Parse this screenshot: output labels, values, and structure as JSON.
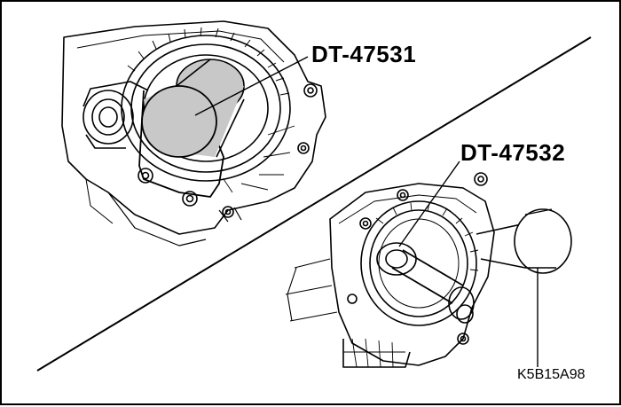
{
  "callouts": {
    "tool_a": "DT-47531",
    "tool_b": "DT-47532"
  },
  "figure_id": "K5B15A98",
  "colors": {
    "line": "#000000",
    "background": "#ffffff",
    "tool_fill": "#c8c8c8"
  }
}
